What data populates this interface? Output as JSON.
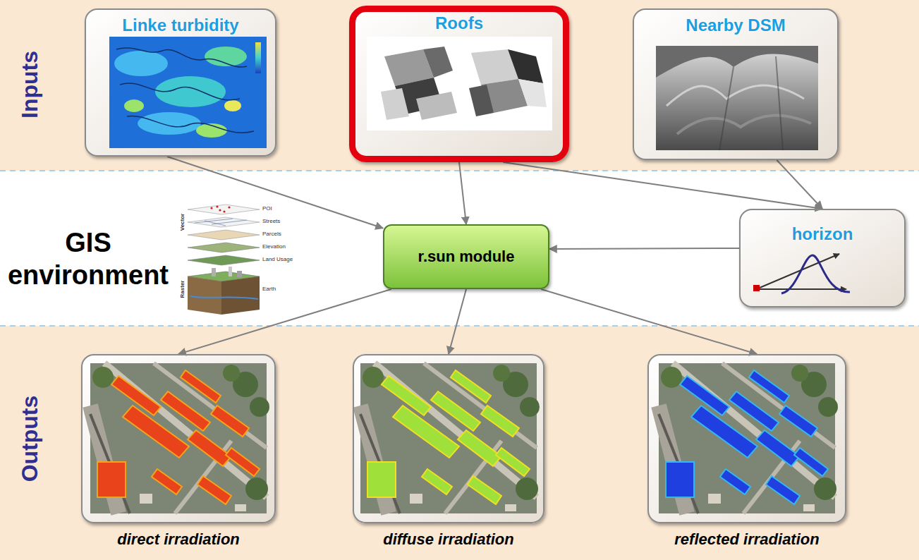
{
  "diagram": {
    "nodes": [
      {
        "text": [
          "Linke turbidity"
        ]
      },
      {
        "text": [
          "Roofs"
        ]
      },
      {
        "text": [
          "Nearby DSM"
        ]
      },
      {
        "text": [
          "r.sun module"
        ]
      },
      {
        "text": [
          "horizon"
        ]
      },
      {
        "text": [
          "direct irradiation"
        ]
      },
      {
        "text": [
          "diffuse irradiation"
        ]
      },
      {
        "text": [
          "reflected irradiation"
        ]
      }
    ],
    "edges": [
      {
        "from": 0,
        "to": 3,
        "arrow": "to"
      },
      {
        "from": 1,
        "to": 3,
        "arrow": "to"
      },
      {
        "from": 1,
        "to": 4,
        "arrow": "to"
      },
      {
        "from": 2,
        "to": 4,
        "arrow": "to"
      },
      {
        "from": 4,
        "to": 3,
        "arrow": "to"
      },
      {
        "from": 3,
        "to": 5,
        "arrow": "to"
      },
      {
        "from": 3,
        "to": 6,
        "arrow": "to"
      },
      {
        "from": 3,
        "to": 7,
        "arrow": "to"
      }
    ],
    "labels": [
      "Inputs",
      "GIS environment",
      "Outputs",
      "Vector",
      "Raster",
      "POI",
      "Streets",
      "Parcels",
      "Elevation",
      "Land Usage",
      "Earth"
    ]
  }
}
